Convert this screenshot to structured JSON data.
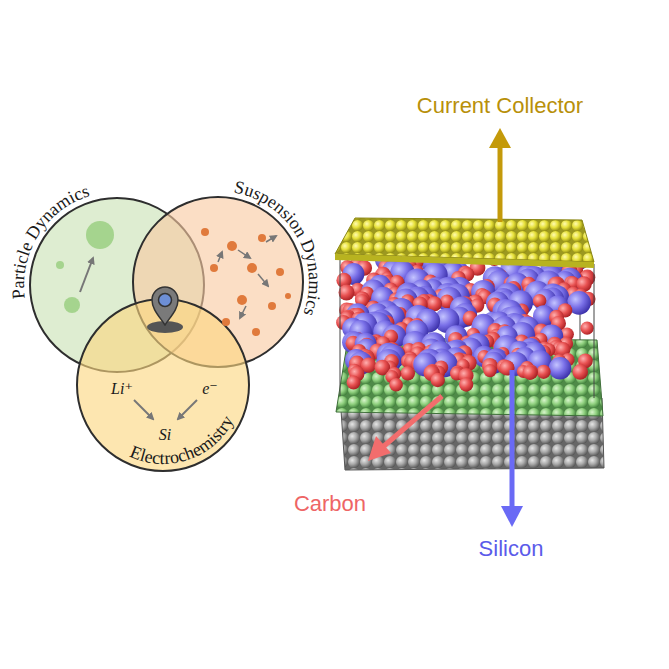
{
  "diagram": {
    "nodes": [
      {
        "text": [
          "Particle Dynamics"
        ]
      },
      {
        "text": [
          "Suspension Dynamics"
        ]
      },
      {
        "text": [
          "Electrochemistry",
          "Li⁺",
          "e⁻",
          "Si"
        ]
      }
    ],
    "labels": [
      "Current Collector",
      "Carbon",
      "Silicon"
    ]
  }
}
